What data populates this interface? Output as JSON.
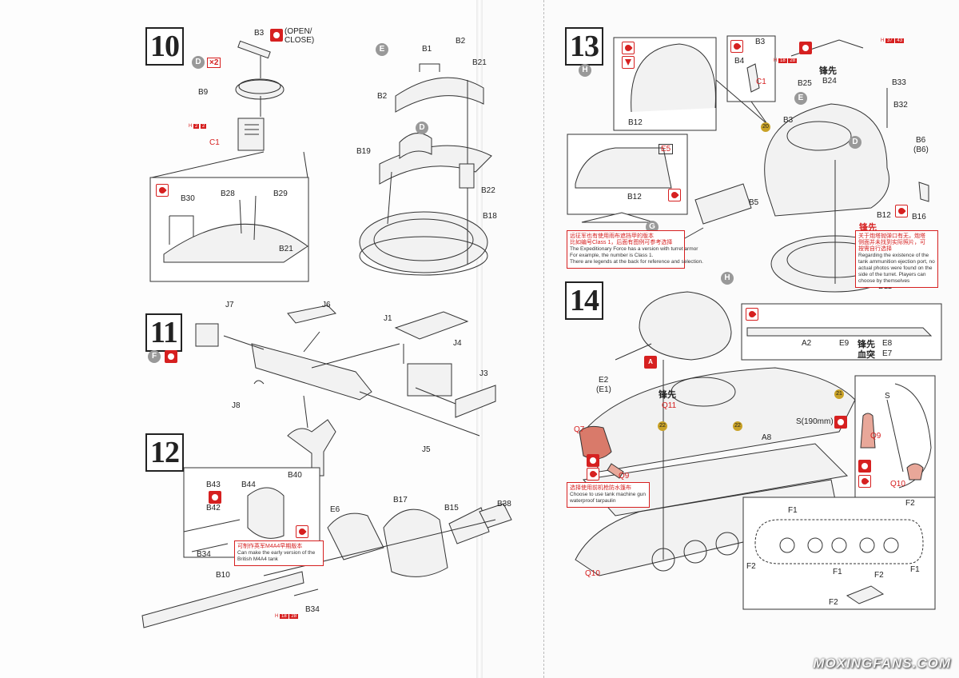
{
  "steps": {
    "s10": "10",
    "s11": "11",
    "s12": "12",
    "s13": "13",
    "s14": "14"
  },
  "step10": {
    "b3": "B3",
    "open_close": "(OPEN/\nCLOSE)",
    "d": "D",
    "x2": "×2",
    "b9": "B9",
    "h_tag": "H",
    "h_n1": "2",
    "h_n2": "2",
    "c1": "C1",
    "e": "E",
    "b1": "B1",
    "b2a": "B2",
    "b21a": "B21",
    "b2b": "B2",
    "d2": "D",
    "b19": "B19",
    "b22": "B22",
    "b18": "B18",
    "detail": {
      "b30": "B30",
      "b28": "B28",
      "b29": "B29",
      "b21": "B21"
    }
  },
  "step11": {
    "f": "F",
    "j7": "J7",
    "j6": "J6",
    "j1": "J1",
    "j4": "J4",
    "j3": "J3",
    "j8": "J8",
    "j5": "J5"
  },
  "step12": {
    "b43": "B43",
    "b44": "B44",
    "b40": "B40",
    "b42": "B42",
    "b34a": "B34",
    "note_cn": "可制作英军M4A4早期版本",
    "note_en": "Can make the early version of the British M4A4 tank",
    "e6": "E6",
    "b17": "B17",
    "b15": "B15",
    "b38": "B38",
    "b10": "B10",
    "b34b": "B34",
    "h_tag": "H",
    "h_n1": "18",
    "h_n2": "28"
  },
  "step13": {
    "h": "H",
    "b12a": "B12",
    "b3": "B3",
    "b4": "B4",
    "c1": "C1",
    "h_tag1": "H",
    "h1_n1": "18",
    "h1_n2": "28",
    "h_tag2": "H",
    "h2_n1": "37",
    "h2_n2": "43",
    "b25": "B25",
    "b24": "B24",
    "e": "E",
    "b3b": "B3",
    "d": "D",
    "b33": "B33",
    "b32": "B32",
    "b6": "B6",
    "b6b": "(B6)",
    "e5": "E5",
    "b12b": "B12",
    "g": "G",
    "b5": "B5",
    "b12c": "B12",
    "b16": "B16",
    "b11": "B11",
    "badge20": "20",
    "note_cn": "远征军也有使用雨布遮挡甲的版本\n比如编号Class 1，后面有图例可参考选择",
    "note_en": "The Expeditionary Force has a version with turret armor\nFor example, the number is Class 1.\nThere are legends at the back for reference and selection.",
    "note2_cn": "关于炮塔抛弹口有无，炮塔\n侧面并未找到实际照片，可\n按需自行选择",
    "note2_en": "Regarding the existence of the tank ammunition ejection port, no actual photos were found on the side of the turret. Players can choose by themselves"
  },
  "step14": {
    "h": "H",
    "a2": "A2",
    "e9": "E9",
    "e8": "E8",
    "e7": "E7",
    "a_icon": "A",
    "e2": "E2",
    "e1": "(E1)",
    "q11": "Q11",
    "badge22a": "22",
    "badge22b": "22",
    "s190": "S(190mm)",
    "a8": "A8",
    "q7": "Q7",
    "q9": "Q9",
    "note_cn": "选择使用前机枪防水篷布",
    "note_en": "Choose to use tank machine gun waterproof tarpaulin",
    "s": "S",
    "q9b": "Q9",
    "q10": "Q10",
    "q10b": "Q10",
    "badge21": "21",
    "f1a": "F1",
    "f2a": "F2",
    "f2b": "F2",
    "f1b": "F1",
    "f1c": "F1",
    "f2c": "F2",
    "f2d": "F2"
  },
  "brand": {
    "cn1": "锋先",
    "cn2": "锋先",
    "cn3": "锋先\n血突",
    "cn4": "锋先"
  },
  "watermark": "MOXINGFANS.COM",
  "colors": {
    "accent": "#d62020",
    "badge": "#c9a227",
    "ink": "#333333"
  }
}
